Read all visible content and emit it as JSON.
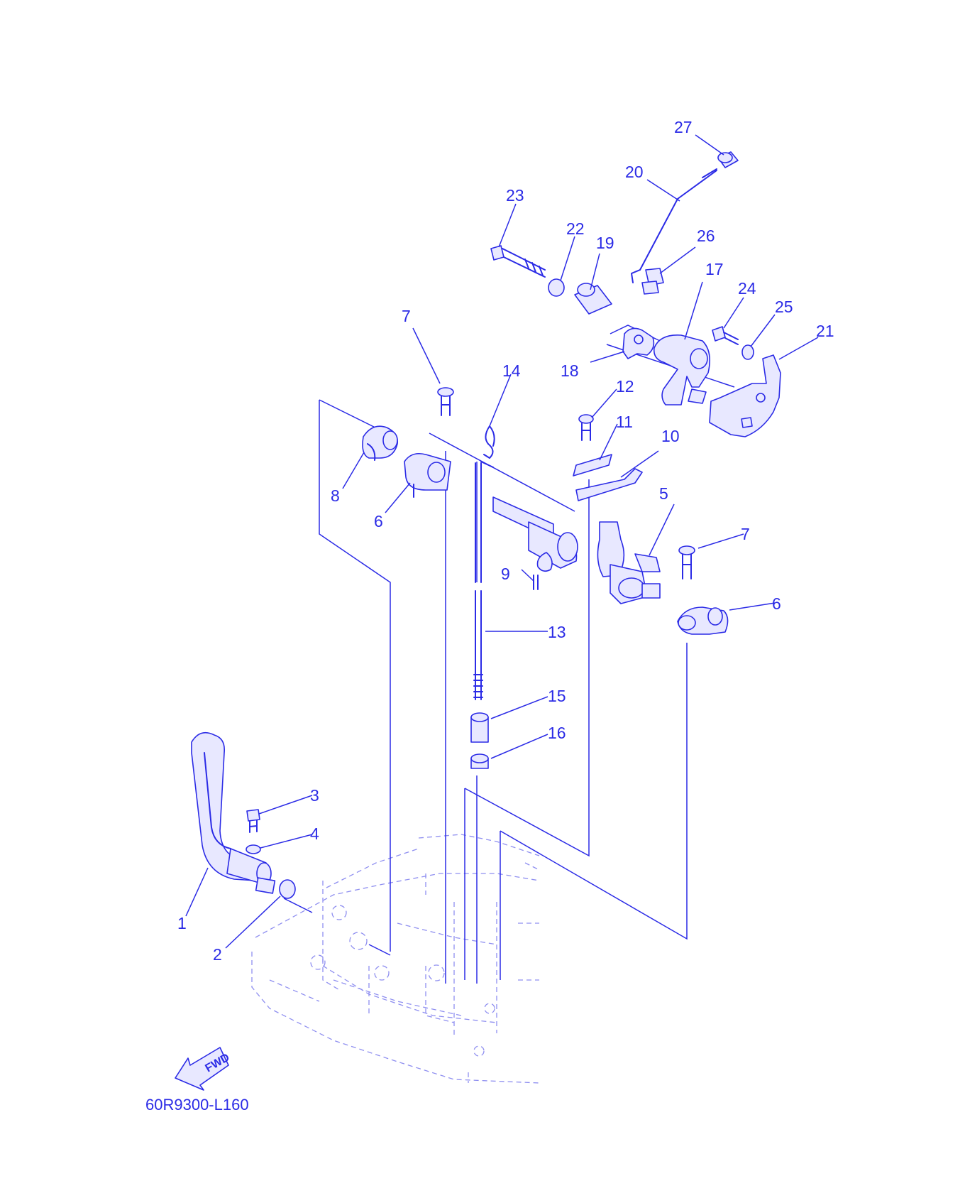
{
  "diagram": {
    "drawing_code": "60R9300-L160",
    "fwd_label": "FWD",
    "line_color": "#2b2be6",
    "callouts": [
      "1",
      "2",
      "3",
      "4",
      "5",
      "6",
      "6",
      "7",
      "7",
      "8",
      "9",
      "10",
      "11",
      "12",
      "13",
      "14",
      "15",
      "16",
      "17",
      "18",
      "19",
      "20",
      "21",
      "22",
      "23",
      "24",
      "25",
      "26",
      "27"
    ]
  }
}
